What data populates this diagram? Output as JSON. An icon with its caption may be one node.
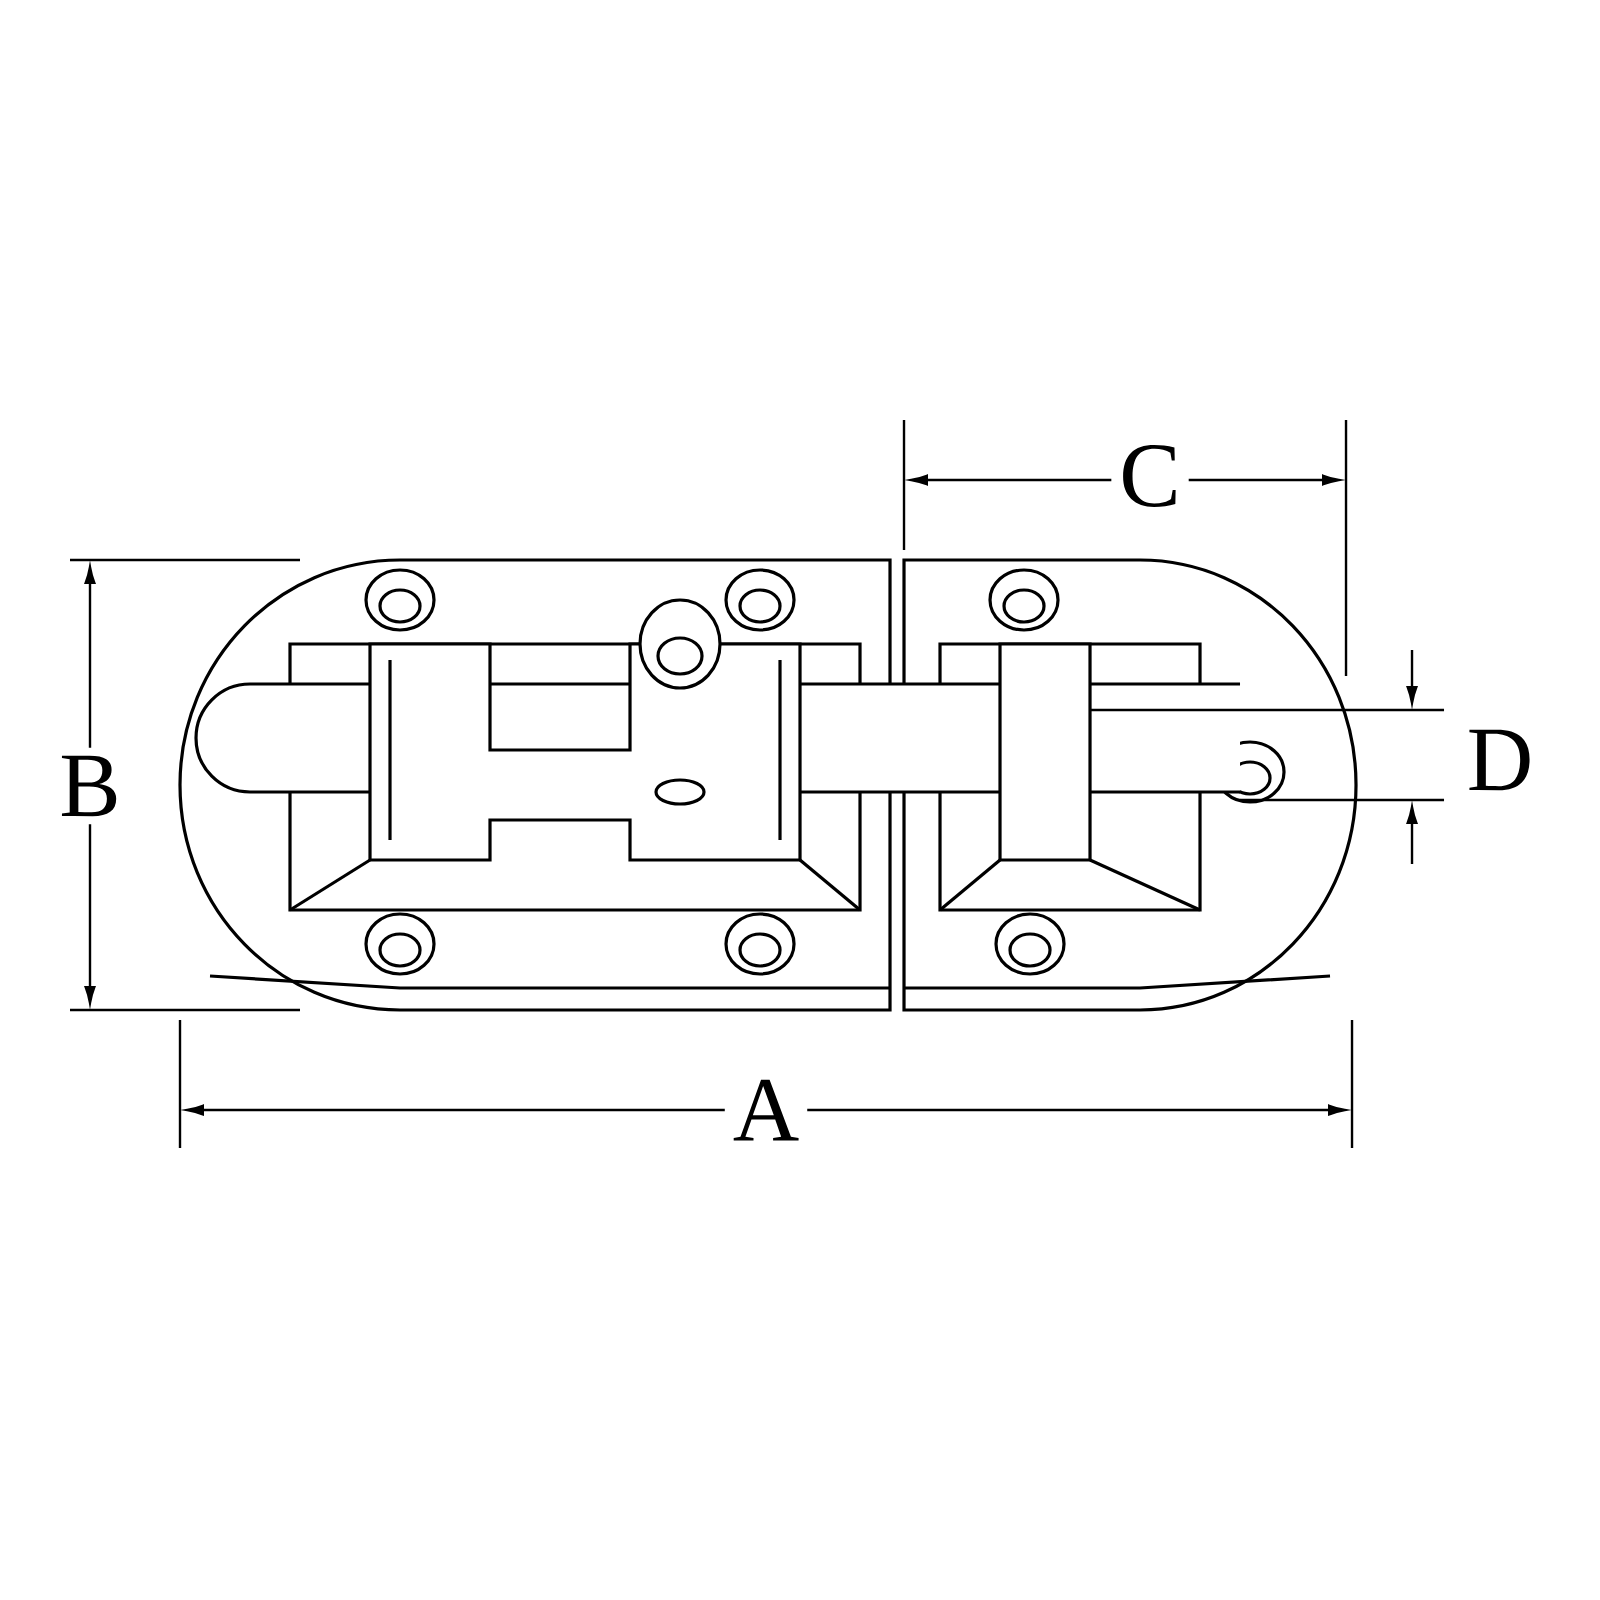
{
  "diagram": {
    "labels": [
      "C",
      "B",
      "D",
      "A"
    ]
  }
}
